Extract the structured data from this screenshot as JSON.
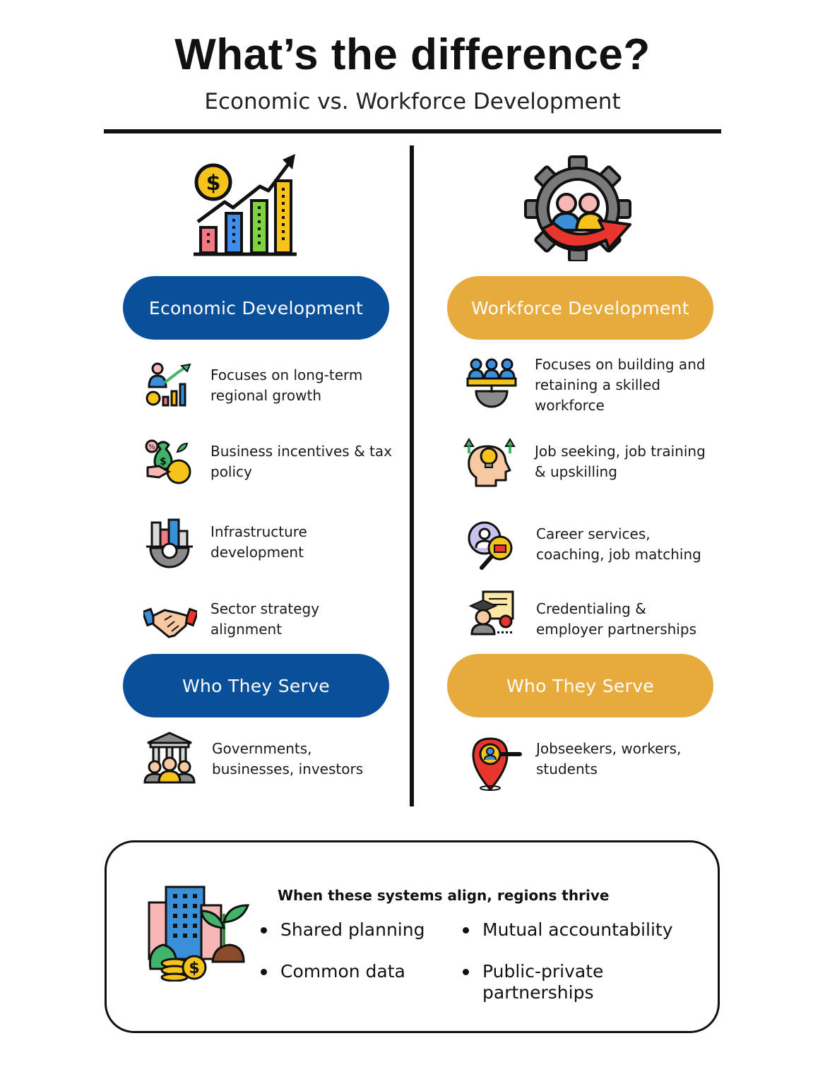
{
  "header": {
    "title": "What’s the difference?",
    "subtitle": "Economic vs. Workforce Development"
  },
  "colors": {
    "economic_blue": "#0A4F9A",
    "workforce_gold": "#E7AA3D",
    "divider": "#111111"
  },
  "economic": {
    "pill_label": "Economic Development",
    "items": [
      {
        "text": "Focuses on long-term regional growth",
        "icon": "growth-chart-person-icon"
      },
      {
        "text": "Business incentives & tax policy",
        "icon": "money-bag-hand-icon"
      },
      {
        "text": "Infrastructure development",
        "icon": "city-gear-icon"
      },
      {
        "text": "Sector strategy alignment",
        "icon": "handshake-icon"
      }
    ],
    "serve_label": "Who They Serve",
    "serve_item": {
      "text": "Governments, businesses, investors",
      "icon": "government-people-icon"
    }
  },
  "workforce": {
    "pill_label": "Workforce Development",
    "items": [
      {
        "text": "Focuses on building and retaining a skilled workforce",
        "icon": "team-gear-icon"
      },
      {
        "text": "Job seeking, job training & upskilling",
        "icon": "head-lightbulb-icon"
      },
      {
        "text": "Career services, coaching, job matching",
        "icon": "magnifier-briefcase-icon"
      },
      {
        "text": "Credentialing & employer partnerships",
        "icon": "graduate-certificate-icon"
      }
    ],
    "serve_label": "Who They Serve",
    "serve_item": {
      "text": "Jobseekers, workers, students",
      "icon": "location-person-icon"
    }
  },
  "bottom": {
    "heading": "When these systems align, regions thrive",
    "bullets": [
      "Shared planning",
      "Mutual accountability",
      "Common data",
      "Public-private partnerships"
    ],
    "icon": "city-money-plant-icon"
  }
}
